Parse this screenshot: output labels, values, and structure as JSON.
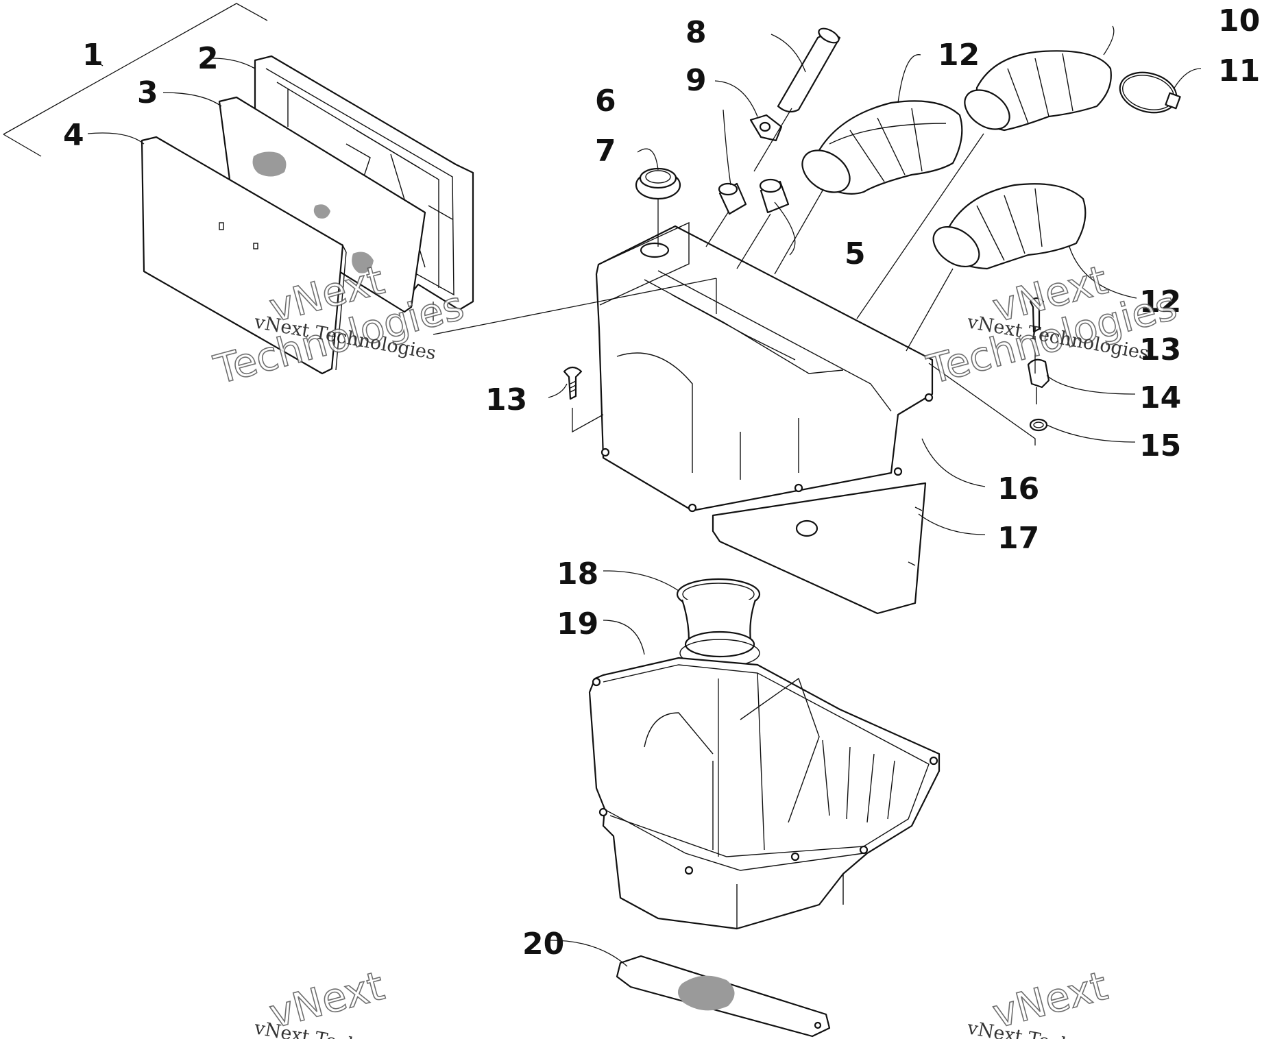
{
  "callouts": [
    {
      "id": "1",
      "label": "1"
    },
    {
      "id": "2",
      "label": "2"
    },
    {
      "id": "3",
      "label": "3"
    },
    {
      "id": "4",
      "label": "4"
    },
    {
      "id": "5",
      "label": "5"
    },
    {
      "id": "6",
      "label": "6"
    },
    {
      "id": "7",
      "label": "7"
    },
    {
      "id": "8",
      "label": "8"
    },
    {
      "id": "9",
      "label": "9"
    },
    {
      "id": "10",
      "label": "10"
    },
    {
      "id": "11",
      "label": "11"
    },
    {
      "id": "12a",
      "label": "12"
    },
    {
      "id": "12b",
      "label": "12"
    },
    {
      "id": "13a",
      "label": "13"
    },
    {
      "id": "13b",
      "label": "13"
    },
    {
      "id": "14",
      "label": "14"
    },
    {
      "id": "15",
      "label": "15"
    },
    {
      "id": "16",
      "label": "16"
    },
    {
      "id": "17",
      "label": "17"
    },
    {
      "id": "18",
      "label": "18"
    },
    {
      "id": "19",
      "label": "19"
    },
    {
      "id": "20",
      "label": "20"
    }
  ],
  "watermark": {
    "small_text": "vNext Technologies",
    "line1": "vNext",
    "line2": "Technologies"
  }
}
